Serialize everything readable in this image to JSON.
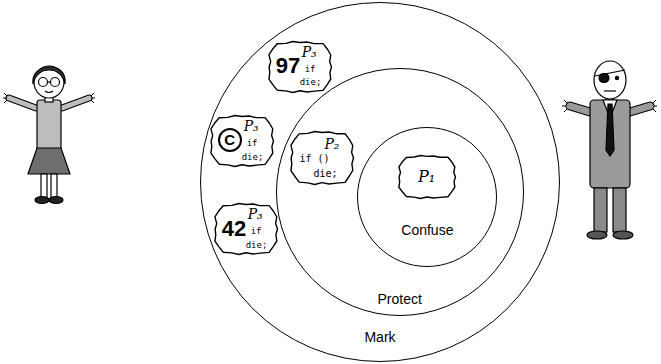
{
  "diagram": {
    "nodes": [
      {
        "text": [
          "Mark"
        ]
      },
      {
        "text": [
          "97",
          "P₃",
          "if",
          "die;"
        ],
        "in": 0
      },
      {
        "text": [
          "C",
          "P₃",
          "if",
          "die;"
        ],
        "in": 0
      },
      {
        "text": [
          "42",
          "P₃",
          "if",
          "die;"
        ],
        "in": 0
      },
      {
        "text": [
          "Protect"
        ],
        "in": 0
      },
      {
        "text": [
          "P₂",
          "if ()",
          "die;"
        ],
        "in": 4
      },
      {
        "text": [
          "Confuse"
        ],
        "in": 4
      },
      {
        "text": [
          "P₁"
        ],
        "in": 6
      }
    ]
  }
}
